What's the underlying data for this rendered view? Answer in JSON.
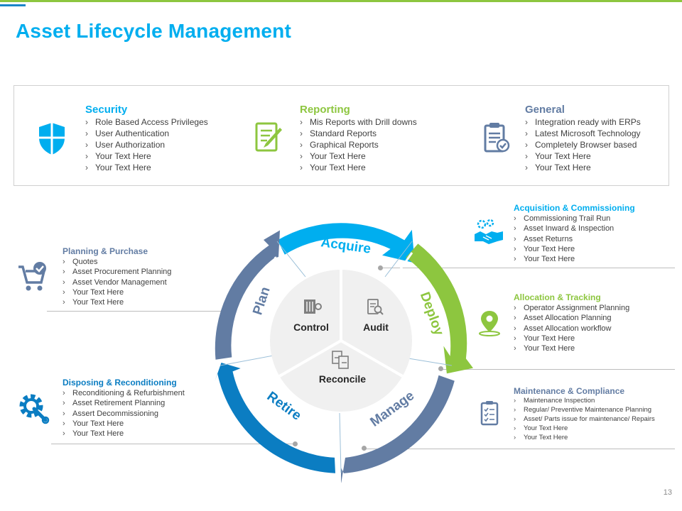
{
  "title": "Asset Lifecycle Management",
  "page_number": "13",
  "colors": {
    "cyan": "#00aeef",
    "green": "#8dc63f",
    "slate": "#627ca3",
    "blue": "#0b7dc2",
    "gray_bg": "#f0f0f0"
  },
  "top_features": [
    {
      "title": "Security",
      "icon": "shield-icon",
      "color": "#00aeef",
      "items": [
        "Role Based Access Privileges",
        "User Authentication",
        "User Authorization",
        "Your Text Here",
        "Your Text Here"
      ]
    },
    {
      "title": "Reporting",
      "icon": "document-pencil-icon",
      "color": "#8dc63f",
      "items": [
        "Mis Reports with Drill downs",
        "Standard Reports",
        "Graphical Reports",
        "Your Text Here",
        "Your Text Here"
      ]
    },
    {
      "title": "General",
      "icon": "clipboard-check-icon",
      "color": "#627ca3",
      "items": [
        "Integration ready with ERPs",
        "Latest Microsoft Technology",
        "Completely Browser based",
        "Your Text Here",
        "Your Text Here"
      ]
    }
  ],
  "cycle": {
    "stages": [
      "Acquire",
      "Deploy",
      "Manage",
      "Retire",
      "Plan"
    ],
    "center": [
      "Control",
      "Audit",
      "Reconcile"
    ]
  },
  "side_sections": {
    "planning": {
      "title": "Planning & Purchase",
      "icon": "cart-check-icon",
      "items": [
        "Quotes",
        "Asset Procurement Planning",
        "Asset Vendor Management",
        "Your Text Here",
        "Your Text Here"
      ]
    },
    "disposing": {
      "title": "Disposing  & Reconditioning",
      "icon": "gear-wrench-icon",
      "items": [
        "Reconditioning & Refurbishment",
        "Asset Retirement Planning",
        "Assert Decommissioning",
        "Your Text Here",
        "Your Text Here"
      ]
    },
    "acquisition": {
      "title": "Acquisition  & Commissioning",
      "icon": "handshake-icon",
      "items": [
        "Commissioning Trail Run",
        "Asset Inward & Inspection",
        "Asset Returns",
        "Your Text Here",
        "Your Text Here"
      ]
    },
    "allocation": {
      "title": "Allocation & Tracking",
      "icon": "location-pin-icon",
      "items": [
        "Operator Assignment Planning",
        "Asset Allocation Planning",
        "Asset Allocation workflow",
        "Your Text Here",
        "Your Text Here"
      ]
    },
    "maintenance": {
      "title": "Maintenance & Compliance",
      "icon": "checklist-icon",
      "items": [
        "Maintenance Inspection",
        "Regular/ Preventive Maintenance Planning",
        "Asset/ Parts issue for maintenance/ Repairs",
        "Your Text Here",
        "Your Text Here"
      ]
    }
  }
}
